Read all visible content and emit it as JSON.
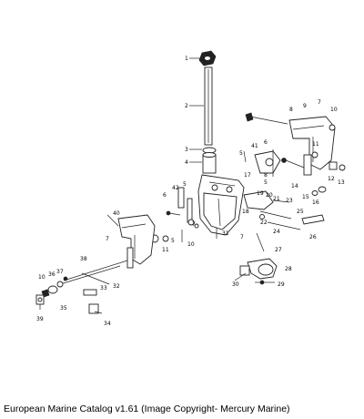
{
  "caption": "European Marine Catalog v1.61 (Image Copyright- Mercury Marine)",
  "callouts": [
    "1",
    "2",
    "3",
    "4",
    "5",
    "6",
    "7",
    "8",
    "9",
    "10",
    "11",
    "12",
    "13",
    "14",
    "15",
    "16",
    "17",
    "18",
    "19",
    "20",
    "21",
    "22",
    "23",
    "24",
    "25",
    "26",
    "27",
    "28",
    "29",
    "30",
    "31",
    "32",
    "33",
    "34",
    "35",
    "36",
    "37",
    "38",
    "39",
    "40",
    "41",
    "42"
  ]
}
